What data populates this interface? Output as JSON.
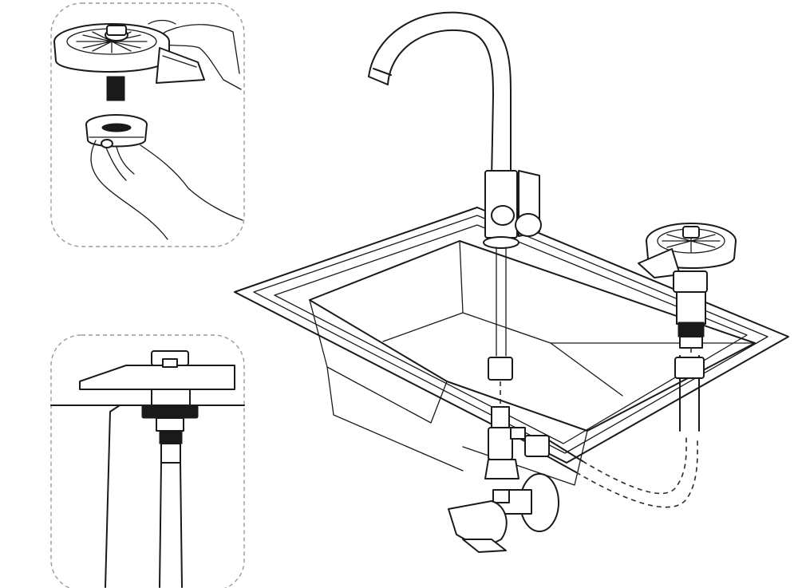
{
  "figure": {
    "panels": [
      "detail-top-left",
      "detail-bottom-left",
      "main-sink-assembly"
    ],
    "icons": [
      "glass-rinser-icon",
      "faucet-icon",
      "sink-icon",
      "angle-valve-icon",
      "hose-icon",
      "hand-icon"
    ],
    "colors": {
      "line": "#1a1a1a",
      "background": "#ffffff",
      "panel_border": "#9a9a9a"
    }
  }
}
